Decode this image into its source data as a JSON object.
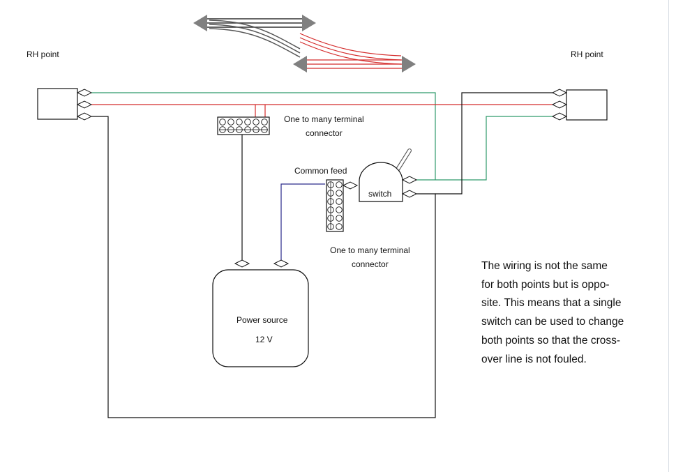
{
  "colors": {
    "green_wire": "#2e9a6a",
    "red_wire": "#d42a2a",
    "blue_wire": "#2a2a8a",
    "black_wire": "#111111",
    "arrow_grey": "#808080"
  },
  "left_point": {
    "label": "RH point"
  },
  "right_point": {
    "label": "RH point"
  },
  "top_connector": {
    "label_line1": "One to many terminal",
    "label_line2": "connector"
  },
  "common_feed": {
    "label": "Common feed"
  },
  "mid_connector": {
    "label_line1": "One to many terminal",
    "label_line2": "connector"
  },
  "switch": {
    "label": "switch"
  },
  "power_source": {
    "label": "Power source",
    "voltage": "12 V"
  },
  "note": {
    "lines": [
      "The wiring is not the same",
      "for both points but is oppo-",
      "site. This means that a single",
      "switch can be used to change",
      "both points so that the cross-",
      "over line is not fouled."
    ]
  }
}
